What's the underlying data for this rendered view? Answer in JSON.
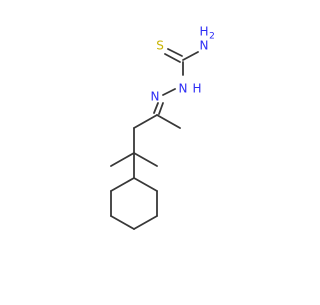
{
  "molecule": {
    "atom_labels": {
      "sulfur": "S",
      "amine_n": "N",
      "amine_h2": "H",
      "amine_sub2": "2",
      "imine_n": "N",
      "hydrazine_n": "N",
      "hydrazine_h": "H"
    },
    "colors": {
      "bond": "#383838",
      "sulfur": "#c8b400",
      "nitrogen": "#2c2cf4"
    }
  }
}
